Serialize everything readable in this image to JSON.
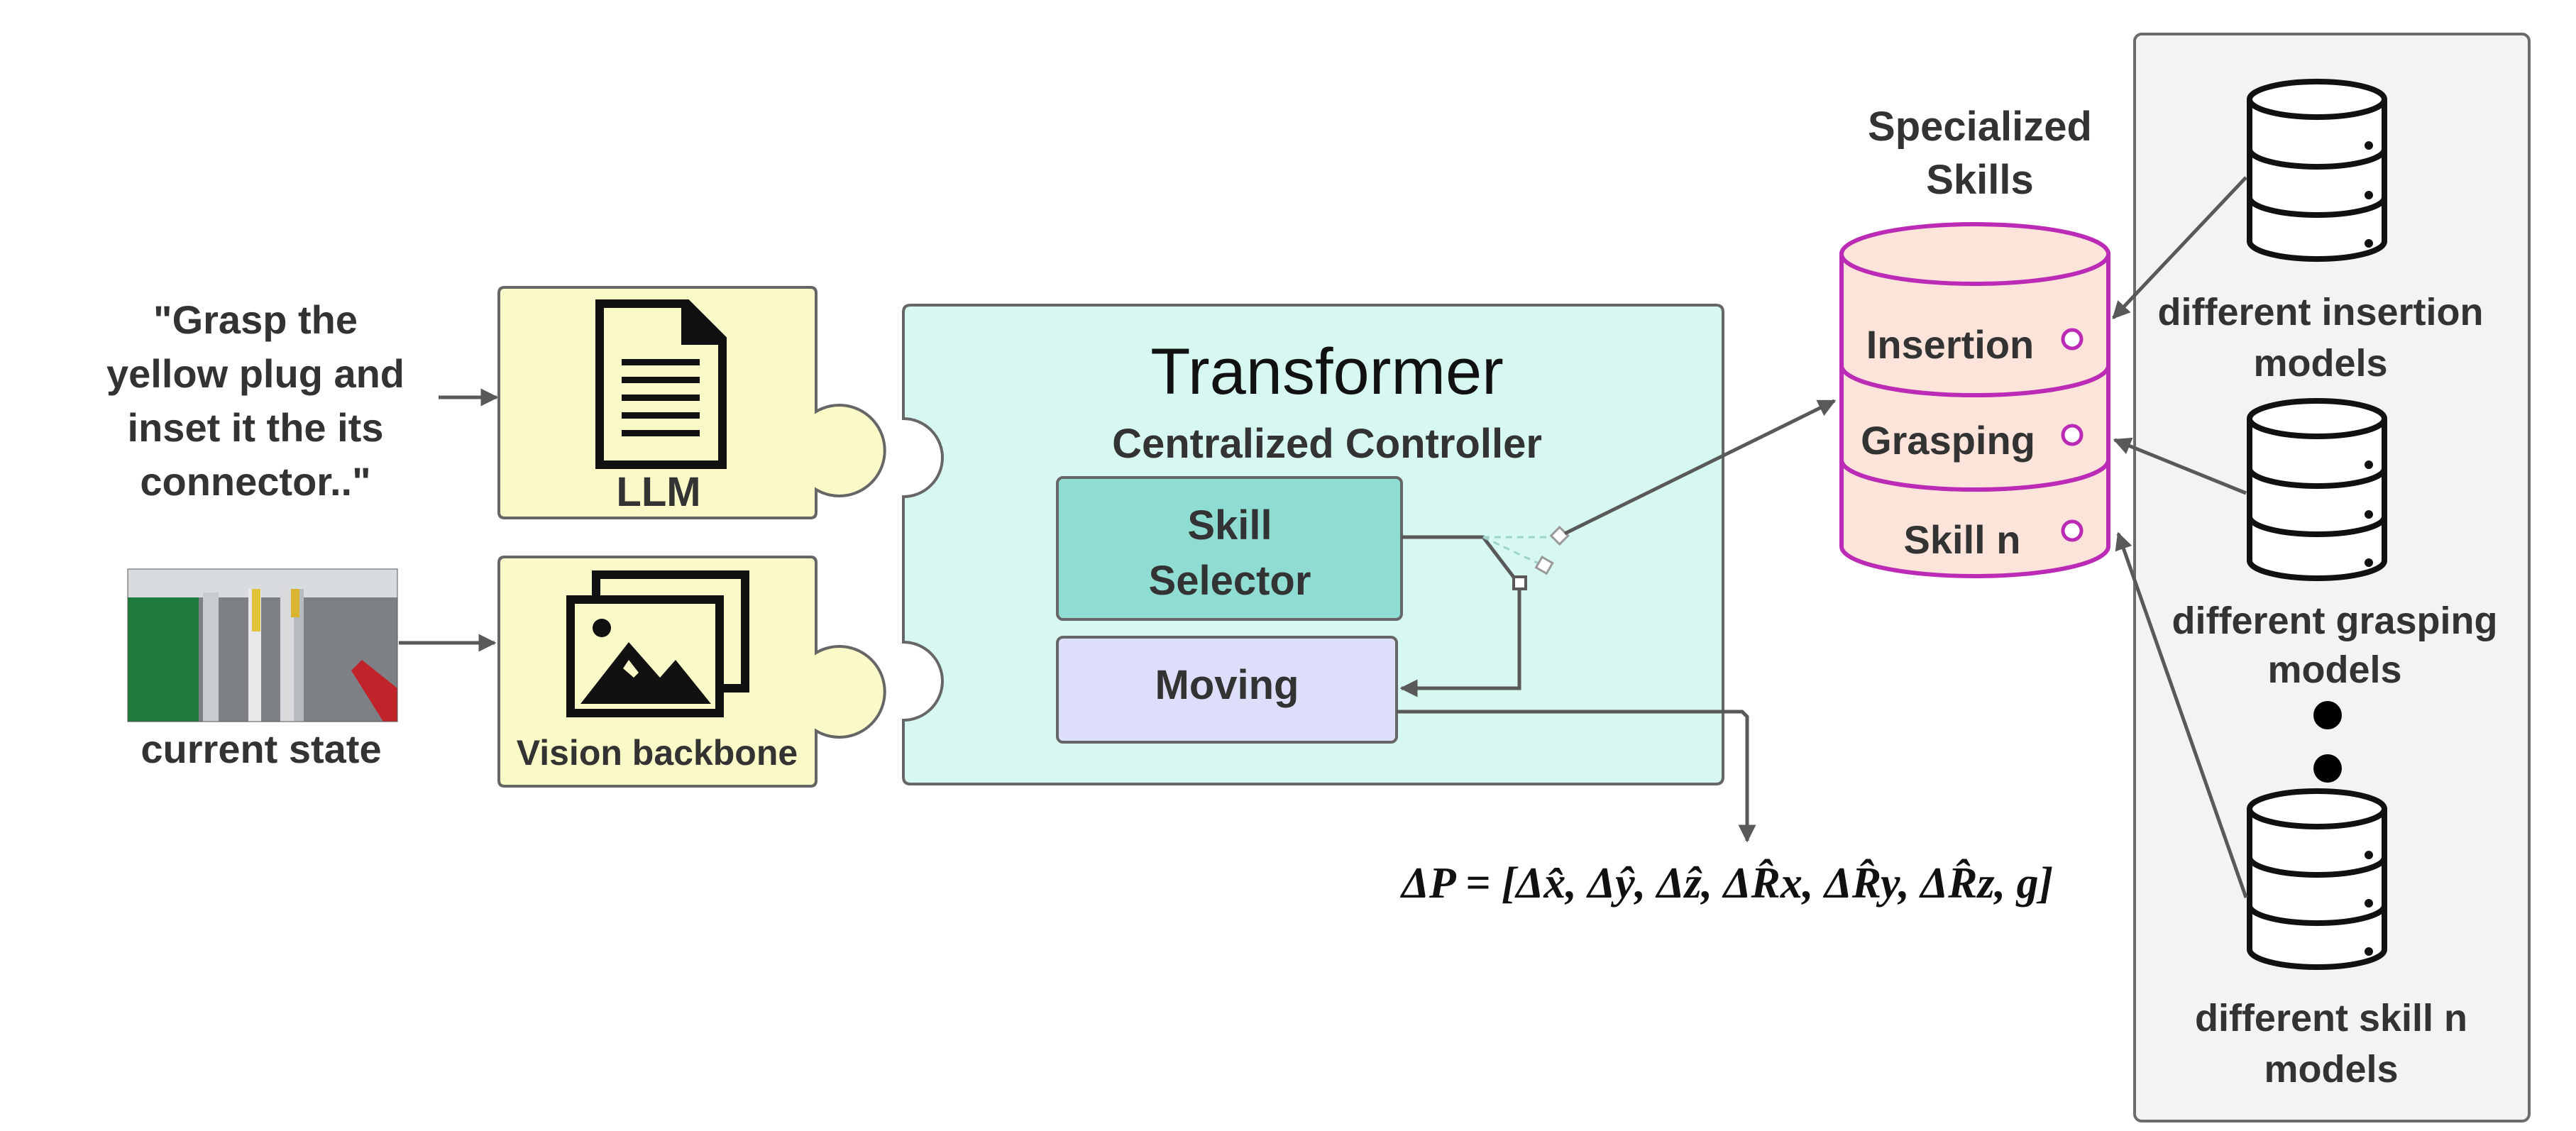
{
  "prompt": {
    "lines": [
      "\"Grasp the",
      "yellow plug and",
      "inset it the its",
      "connector..\""
    ]
  },
  "current_state_label": "current state",
  "llm": {
    "label": "LLM",
    "icon": "document-icon"
  },
  "vision": {
    "label": "Vision backbone",
    "icon": "images-icon"
  },
  "transformer": {
    "title": "Transformer",
    "subtitle": "Centralized Controller",
    "skill_selector": [
      "Skill",
      "Selector"
    ],
    "moving": "Moving"
  },
  "specialized_skills": {
    "title": [
      "Specialized",
      "Skills"
    ],
    "layers": [
      "Insertion",
      "Grasping",
      "Skill n"
    ]
  },
  "models": {
    "insertion": [
      "different insertion",
      "models"
    ],
    "grasping": [
      "different grasping",
      "models"
    ],
    "skill_n": [
      "different skill n",
      "models"
    ]
  },
  "output_formula": "ΔP = [Δx̂, Δŷ, Δẑ, ΔR̂x, ΔR̂y, ΔR̂z, g]",
  "colors": {
    "llm_fill": "#fafac8",
    "transformer_fill": "#d6f8f0",
    "selector_fill": "#8fddd2",
    "moving_fill": "#dcdefa",
    "skills_fill": "#fde4da",
    "skills_stroke": "#bb2bb5",
    "right_panel_fill": "#f2f3f5",
    "arrow": "#595959"
  }
}
